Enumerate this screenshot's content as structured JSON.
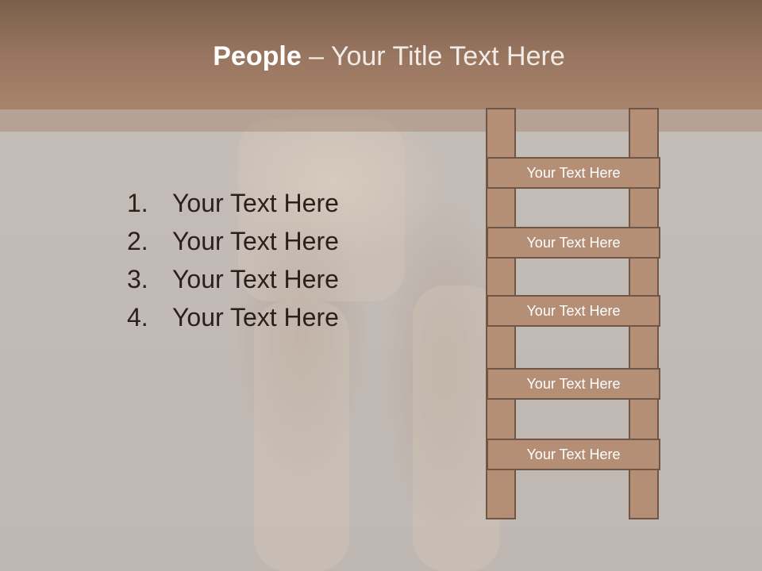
{
  "title": {
    "bold": "People",
    "rest": " – Your Title Text Here"
  },
  "list": [
    {
      "number": "1.",
      "text": "Your Text Here"
    },
    {
      "number": "2.",
      "text": "Your Text Here"
    },
    {
      "number": "3.",
      "text": "Your Text Here"
    },
    {
      "number": "4.",
      "text": "Your Text Here"
    }
  ],
  "ladder": [
    {
      "label": "Your Text Here"
    },
    {
      "label": "Your Text Here"
    },
    {
      "label": "Your Text Here"
    },
    {
      "label": "Your Text Here"
    },
    {
      "label": "Your Text Here"
    }
  ],
  "colors": {
    "header": "#9a7761",
    "ladder_fill": "#b48f76",
    "ladder_border": "#6f5646",
    "text_dark": "#2a211c"
  }
}
